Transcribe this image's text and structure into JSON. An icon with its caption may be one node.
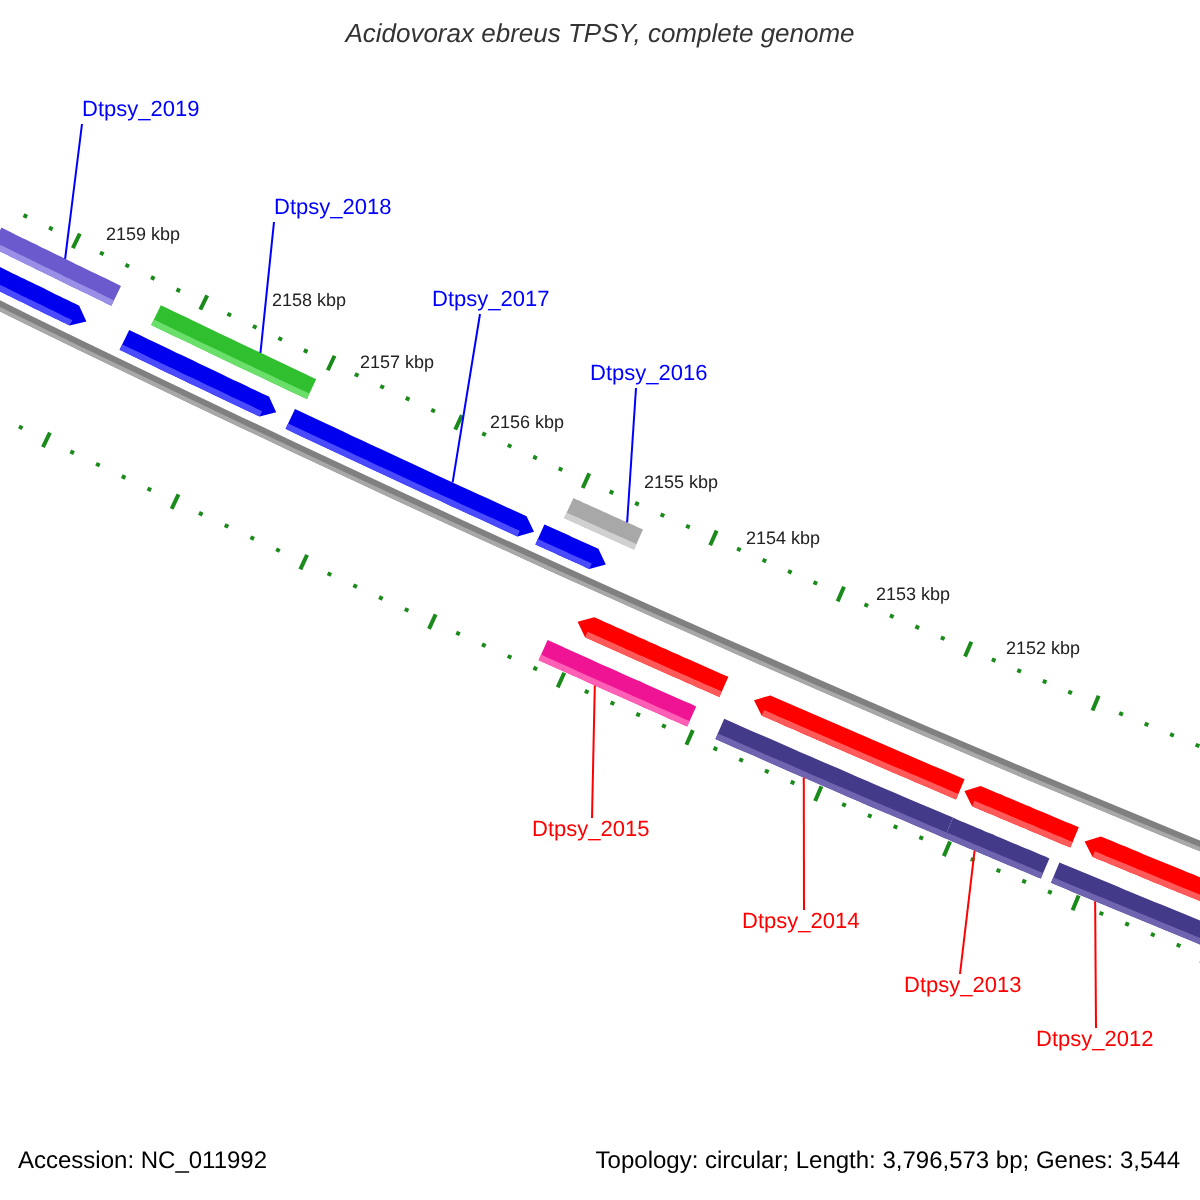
{
  "diagram": {
    "title": "Acidovorax ebreus TPSY, complete genome",
    "nodes": [
      {
        "text": [
          "Dtpsy_2019"
        ]
      },
      {
        "text": [],
        "shape": "bar"
      },
      {
        "text": [
          "Dtpsy_2018"
        ]
      },
      {
        "text": [],
        "shape": "bar"
      },
      {
        "text": [
          "Dtpsy_2017"
        ]
      },
      {
        "text": [],
        "shape": "bar"
      },
      {
        "text": [
          "Dtpsy_2016"
        ]
      },
      {
        "text": [],
        "shape": "bar"
      },
      {
        "text": [
          "Dtpsy_2015"
        ]
      },
      {
        "text": [],
        "shape": "bar"
      },
      {
        "text": [
          "Dtpsy_2014"
        ]
      },
      {
        "text": [],
        "shape": "bar"
      },
      {
        "text": [
          "Dtpsy_2013"
        ]
      },
      {
        "text": [],
        "shape": "bar"
      },
      {
        "text": [
          "Dtpsy_2012"
        ]
      },
      {
        "text": [],
        "shape": "bar"
      },
      {
        "text": [],
        "shape": "bar"
      },
      {
        "text": [],
        "shape": "bar"
      },
      {
        "text": [],
        "shape": "bar"
      },
      {
        "text": [],
        "shape": "bar"
      },
      {
        "text": [],
        "shape": "bar"
      },
      {
        "text": [],
        "shape": "bar"
      },
      {
        "text": [],
        "shape": "bar"
      }
    ],
    "edges": [
      {
        "from": 0,
        "to": 1,
        "arrow": "none",
        "color": "#0000ff"
      },
      {
        "from": 2,
        "to": 3,
        "arrow": "none",
        "color": "#0000ff"
      },
      {
        "from": 4,
        "to": 5,
        "arrow": "none",
        "color": "#0000ff"
      },
      {
        "from": 6,
        "to": 7,
        "arrow": "none",
        "color": "#0000ff"
      },
      {
        "from": 8,
        "to": 9,
        "arrow": "none",
        "color": "#ff0000"
      },
      {
        "from": 10,
        "to": 11,
        "arrow": "none",
        "color": "#ff0000"
      },
      {
        "from": 12,
        "to": 13,
        "arrow": "none",
        "color": "#ff0000"
      },
      {
        "from": 14,
        "to": 15,
        "arrow": "none",
        "color": "#ff0000"
      }
    ],
    "labels": [
      "2159 kbp",
      "2158 kbp",
      "2157 kbp",
      "2156 kbp",
      "2155 kbp",
      "2154 kbp",
      "2153 kbp",
      "2152 kbp",
      "Accession: NC_011992",
      "Topology: circular; Length: 3,796,573 bp; Genes: 3,544"
    ]
  }
}
